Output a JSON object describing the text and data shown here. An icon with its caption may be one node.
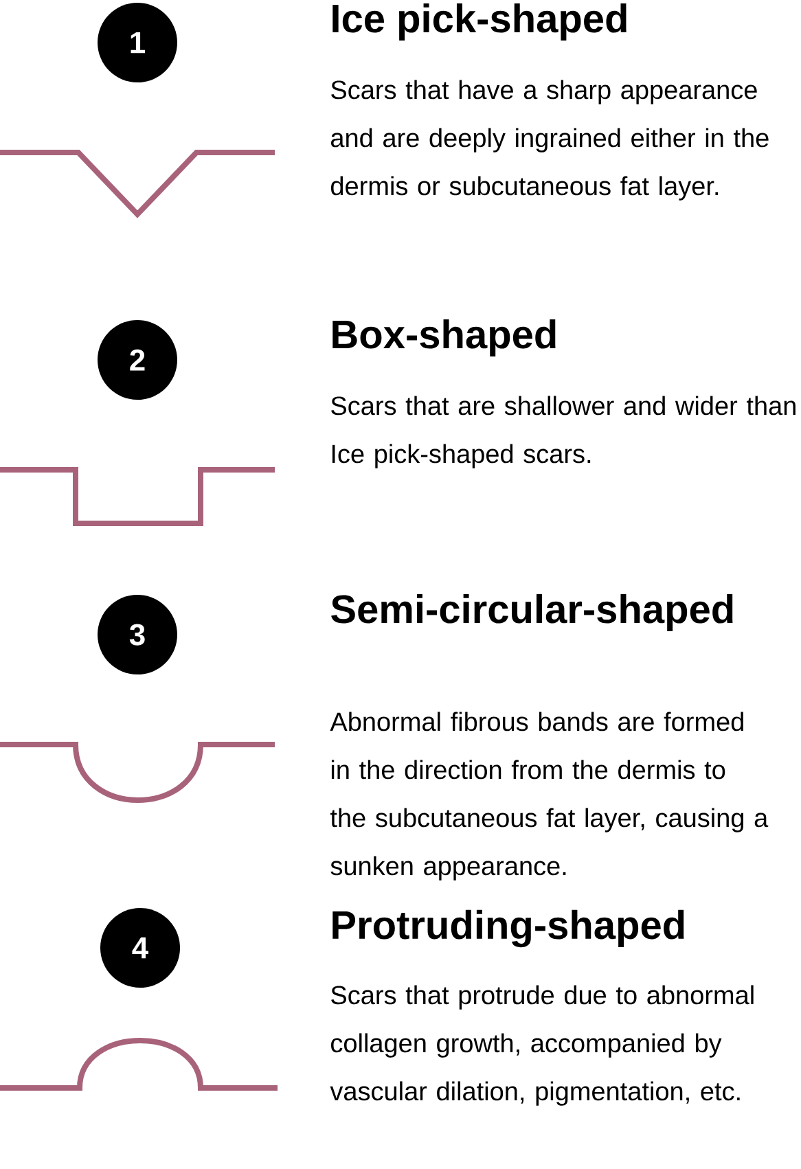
{
  "diagram": {
    "nodes": [
      {
        "text": [
          "1"
        ]
      },
      {
        "text": [
          "2"
        ]
      },
      {
        "text": [
          "3"
        ]
      },
      {
        "text": [
          "4"
        ]
      }
    ],
    "labels": [
      "Ice pick-shaped",
      "Scars that have a sharp appearance and are deeply ingrained either in the dermis or subcutaneous fat layer.",
      "Box-shaped",
      "Scars that are shallower and wider than Ice pick-shaped scars.",
      "Semi-circular-shaped",
      "Abnormal fibrous bands are formed in the direction from the dermis to the subcutaneous fat layer, causing a sunken appearance.",
      "Protruding-shaped",
      "Scars that protrude due to abnormal collagen growth, accompanied by vascular dilation, pigmentation, etc."
    ]
  }
}
